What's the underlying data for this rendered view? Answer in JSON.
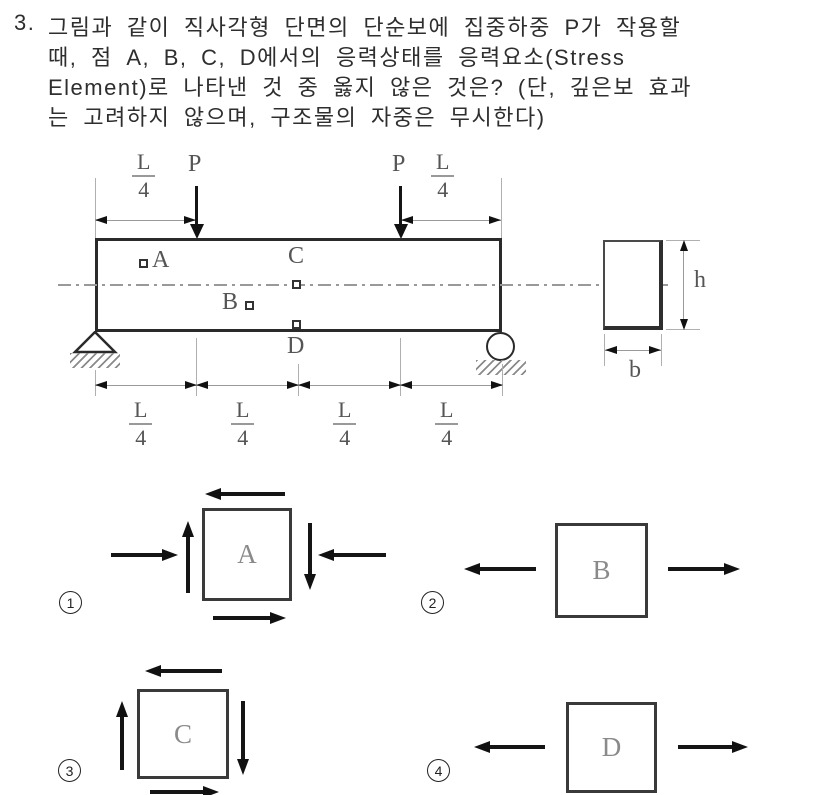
{
  "question": {
    "number": "3.",
    "lines": [
      "그림과 같이 직사각형 단면의 단순보에 집중하중 P가 작용할",
      "때, 점 A, B, C, D에서의 응력상태를 응력요소(Stress",
      "Element)로 나타낸 것 중 옳지 않은 것은? (단, 깊은보 효과",
      "는 고려하지 않으며, 구조물의 자중은 무시한다)"
    ]
  },
  "diagram": {
    "load_left": "P",
    "load_right": "P",
    "frac": {
      "num": "L",
      "den": "4"
    },
    "points": {
      "a": "A",
      "b": "B",
      "c": "C",
      "d": "D"
    },
    "section": {
      "height": "h",
      "width": "b"
    }
  },
  "options": [
    {
      "number": "1",
      "label": "A"
    },
    {
      "number": "2",
      "label": "B"
    },
    {
      "number": "3",
      "label": "C"
    },
    {
      "number": "4",
      "label": "D"
    }
  ]
}
